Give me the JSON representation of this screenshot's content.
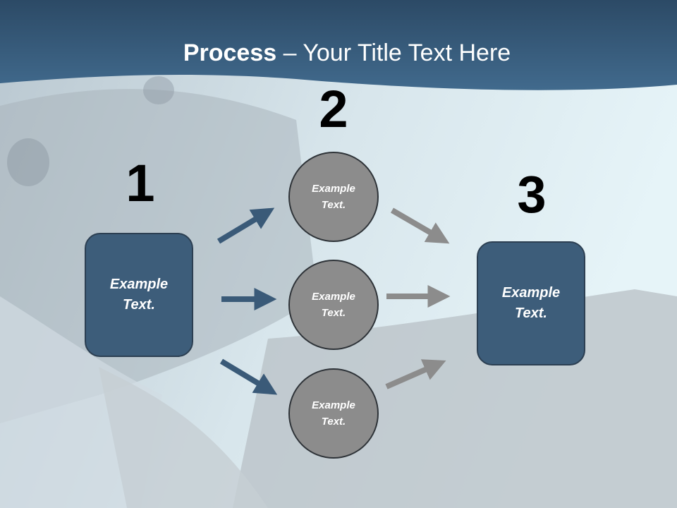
{
  "slide": {
    "title_bold": "Process",
    "title_rest": " – Your Title Text Here"
  },
  "steps": {
    "one": {
      "number": "1",
      "text": "Example Text."
    },
    "two": {
      "number": "2",
      "items": [
        "Example Text.",
        "Example Text.",
        "Example Text."
      ]
    },
    "three": {
      "number": "3",
      "text": "Example Text."
    }
  },
  "colors": {
    "header": "#3b5f80",
    "box_fill": "#3d5d7a",
    "circle_fill": "#8c8c8c",
    "arrow_blue": "#3a5a78",
    "arrow_gray": "#8c8c8c"
  }
}
